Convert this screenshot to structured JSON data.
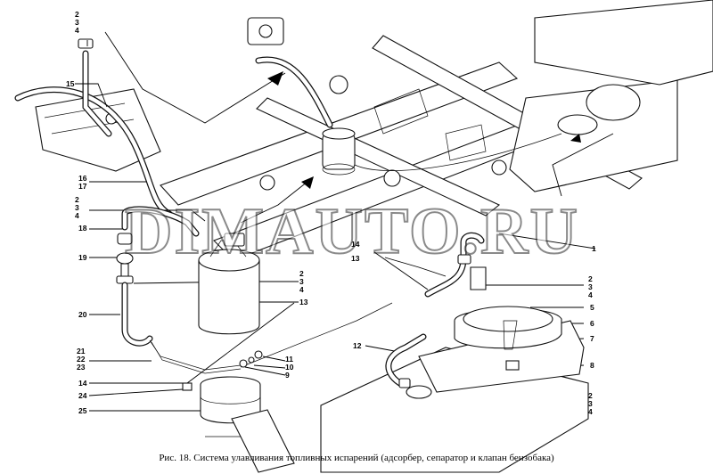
{
  "watermark": "DIMAUTO.RU",
  "caption": "Рис. 18. Система улавливания топливных испарений (адсорбер, сепаратор и клапан бензобака)",
  "callouts": {
    "c_234_top": [
      "2",
      "3",
      "4"
    ],
    "c_15": "15",
    "c_1617": [
      "16",
      "17"
    ],
    "c_234_mid": [
      "2",
      "3",
      "4"
    ],
    "c_18": "18",
    "c_19": "19",
    "c_20": "20",
    "c_212223": [
      "21",
      "22",
      "23"
    ],
    "c_14_left": "14",
    "c_24": "24",
    "c_25": "25",
    "c_234_adsorber": [
      "2",
      "3",
      "4"
    ],
    "c_13_adsorber": "13",
    "c_14_center": "14",
    "c_13_center": "13",
    "c_1": "1",
    "c_234_right": [
      "2",
      "3",
      "4"
    ],
    "c_5": "5",
    "c_6": "6",
    "c_7": "7",
    "c_8": "8",
    "c_11": "11",
    "c_10": "10",
    "c_9": "9",
    "c_12": "12",
    "c_234_bottom": [
      "2",
      "3",
      "4"
    ]
  }
}
